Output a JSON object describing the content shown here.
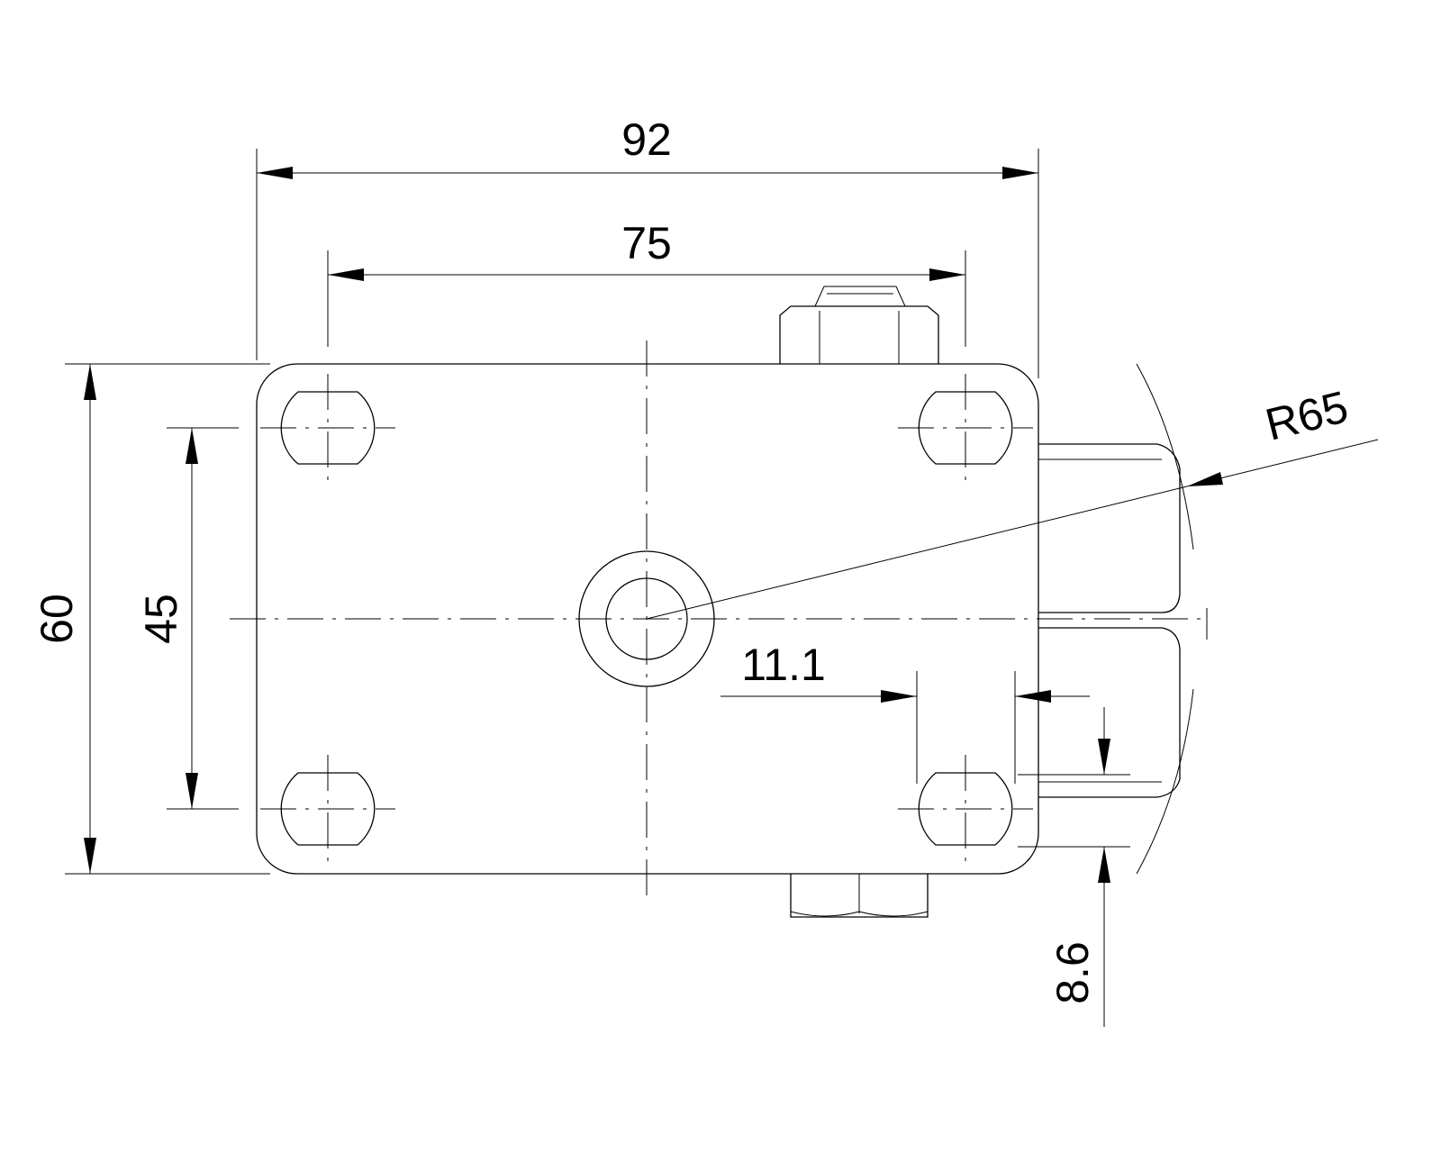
{
  "dimensions": {
    "overall_width": "92",
    "hole_spacing_x": "75",
    "overall_height": "60",
    "hole_spacing_y": "45",
    "radius": "R65",
    "offset_x": "11.1",
    "offset_y": "8.6"
  },
  "colors": {
    "line": "#000000",
    "background": "#ffffff"
  }
}
